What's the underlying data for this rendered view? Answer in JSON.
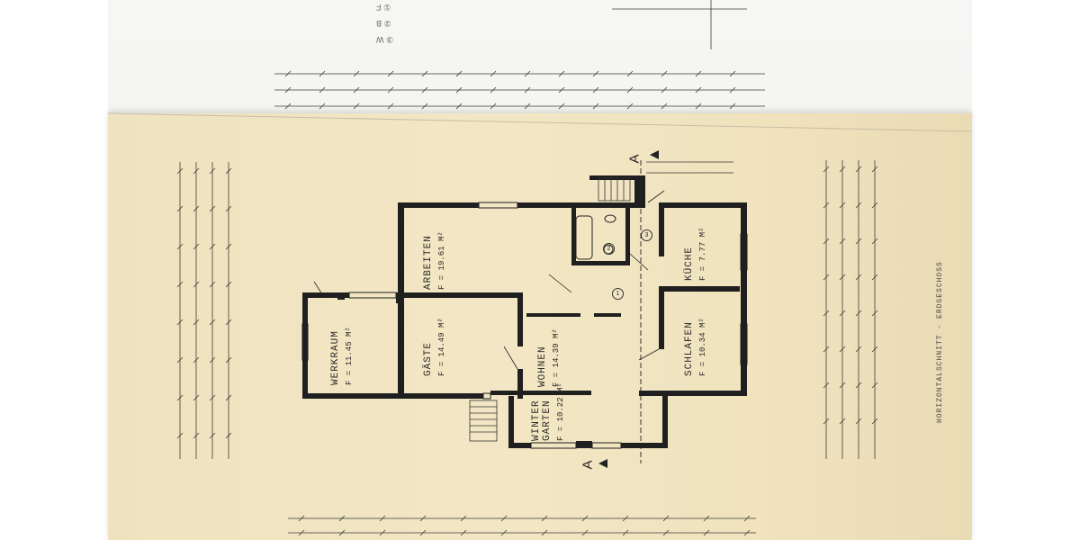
{
  "document": {
    "caption": "HORIZONTALSCHNITT - ERDGESCHOSS",
    "section_marker": "A",
    "rooms": [
      {
        "id": "werkraum",
        "name": "WERKRAUM",
        "area": "F = 11.45 M²"
      },
      {
        "id": "gaeste",
        "name": "GÄSTE",
        "area": "F = 14.49 M²"
      },
      {
        "id": "arbeiten",
        "name": "ARBEITEN",
        "area": "F = 19.61 M²"
      },
      {
        "id": "wohnen",
        "name": "WOHNEN",
        "area": "F = 14.39 M²"
      },
      {
        "id": "wintergarten",
        "name": "WINTER GARTEN",
        "area": "F = 10.22 M²"
      },
      {
        "id": "schlafen",
        "name": "SCHLAFEN",
        "area": "F = 10.34 M²"
      },
      {
        "id": "kueche",
        "name": "KÜCHE",
        "area": "F = 7.77 M²"
      }
    ],
    "numbered_markers": [
      "1",
      "2",
      "3"
    ],
    "legend_items": [
      "① F",
      "② B",
      "③ W"
    ]
  },
  "colors": {
    "yellow_sheet": "#f0e3bf",
    "white_sheet": "#f4f4f2",
    "ink": "#1f1f1f"
  }
}
